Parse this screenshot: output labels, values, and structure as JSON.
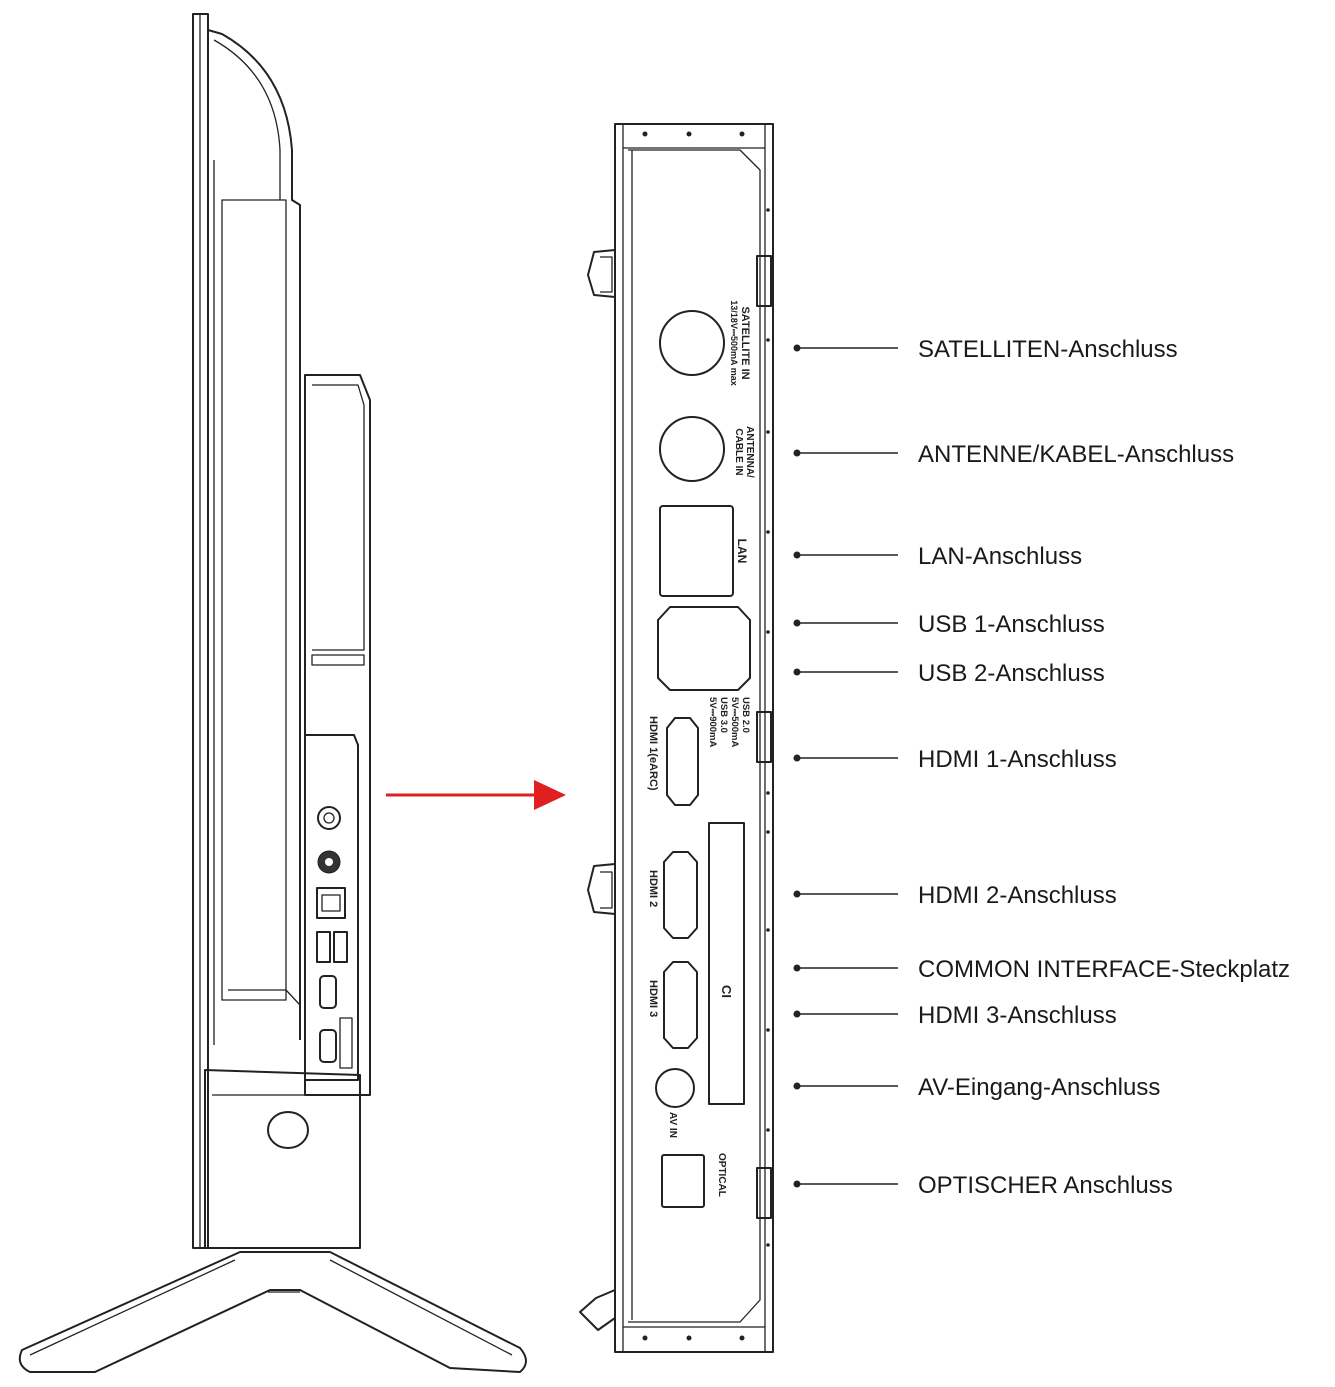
{
  "colors": {
    "line": "#222222",
    "arrow": "#e02020",
    "background": "#ffffff"
  },
  "port_labels": {
    "satellite": "SATELLITE IN",
    "satellite_spec": "13/18V⎓500mA max",
    "antenna_1": "ANTENNA/",
    "antenna_2": "CABLE IN",
    "lan": "LAN",
    "usb_1": "USB 2.0",
    "usb_2": "5V⎓500mA",
    "usb_3": "USB 3.0",
    "usb_4": "5V⎓900mA",
    "hdmi1": "HDMI 1(eARC)",
    "hdmi2": "HDMI 2",
    "hdmi3": "HDMI 3",
    "ci": "CI",
    "av": "AV IN",
    "optical": "OPTICAL"
  },
  "callouts": [
    {
      "label": "SATELLITEN-Anschluss"
    },
    {
      "label": "ANTENNE/KABEL-Anschluss"
    },
    {
      "label": "LAN-Anschluss"
    },
    {
      "label": "USB 1-Anschluss"
    },
    {
      "label": "USB 2-Anschluss"
    },
    {
      "label": "HDMI 1-Anschluss"
    },
    {
      "label": "HDMI 2-Anschluss"
    },
    {
      "label": "COMMON INTERFACE-Steckplatz"
    },
    {
      "label": "HDMI 3-Anschluss"
    },
    {
      "label": "AV-Eingang-Anschluss"
    },
    {
      "label": "OPTISCHER Anschluss"
    }
  ]
}
